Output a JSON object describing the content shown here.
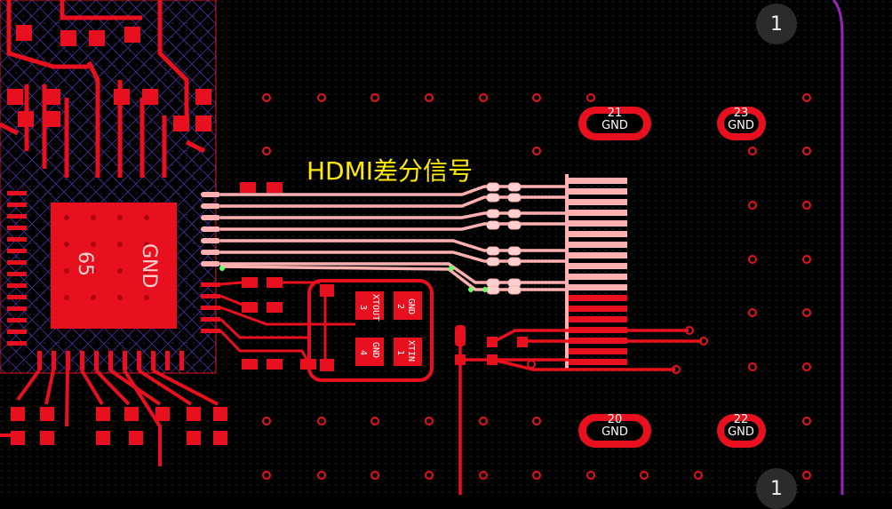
{
  "annotation": "HDMI差分信号",
  "pin_markers": {
    "top_right": "1",
    "bottom_right": "1"
  },
  "mounting_pads": [
    {
      "num": "21",
      "net": "GND"
    },
    {
      "num": "23",
      "net": "GND"
    },
    {
      "num": "20",
      "net": "GND"
    },
    {
      "num": "22",
      "net": "GND"
    }
  ],
  "ic": {
    "pad_num": "65",
    "pad_net": "GND"
  },
  "crystal": {
    "pin3_name": "XTOUT",
    "pin3_num": "3",
    "pin2_name": "GND",
    "pin2_num": "2",
    "pin4_name": "GND",
    "pin4_num": "4",
    "pin1_name": "XTIN",
    "pin1_num": "1"
  },
  "colors": {
    "background": "#000000",
    "copper": "#e8101e",
    "highlight_trace": "#ffb0b0",
    "board_outline": "#a020c0",
    "annotation": "#ffeb00"
  }
}
